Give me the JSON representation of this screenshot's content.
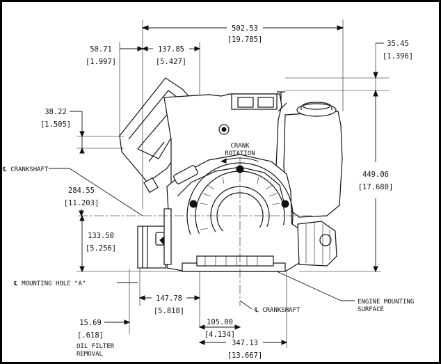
{
  "dimensions": {
    "overall_width": {
      "mm": "502.53",
      "in": "[19.785]"
    },
    "top_right": {
      "mm": "35.45",
      "in": "[1.396]"
    },
    "top_left_offset": {
      "mm": "50.71",
      "in": "[1.997]"
    },
    "filter_to_shaft": {
      "mm": "137.85",
      "in": "[5.427]"
    },
    "air_cleaner_drop": {
      "mm": "38.22",
      "in": "[1.505]"
    },
    "crankshaft_height": {
      "mm": "284.55",
      "in": "[11.203]"
    },
    "overall_height": {
      "mm": "449.06",
      "in": "[17.680]"
    },
    "mount_to_shaft": {
      "mm": "133.50",
      "in": "[5.256]"
    },
    "hole_a_to_shaft": {
      "mm": "147.78",
      "in": "[5.818]"
    },
    "oil_filter_offset": {
      "mm": "15.69",
      "in": "[.618]"
    },
    "shaft_to_hole": {
      "mm": "105.00",
      "in": "[4.134]"
    },
    "base_width": {
      "mm": "347.13",
      "in": "[13.667]"
    }
  },
  "labels": {
    "crank_rotation_1": "CRANK",
    "crank_rotation_2": "ROTATION",
    "crankshaft_left": "℄ CRANKSHAFT",
    "mounting_hole": "℄ MOUNTING HOLE \"A\"",
    "crankshaft_bottom": "℄ CRANKSHAFT",
    "engine_mounting_1": "ENGINE MOUNTING",
    "engine_mounting_2": "SURFACE",
    "oil_filter_1": "OIL FILTER",
    "oil_filter_2": "REMOVAL"
  }
}
